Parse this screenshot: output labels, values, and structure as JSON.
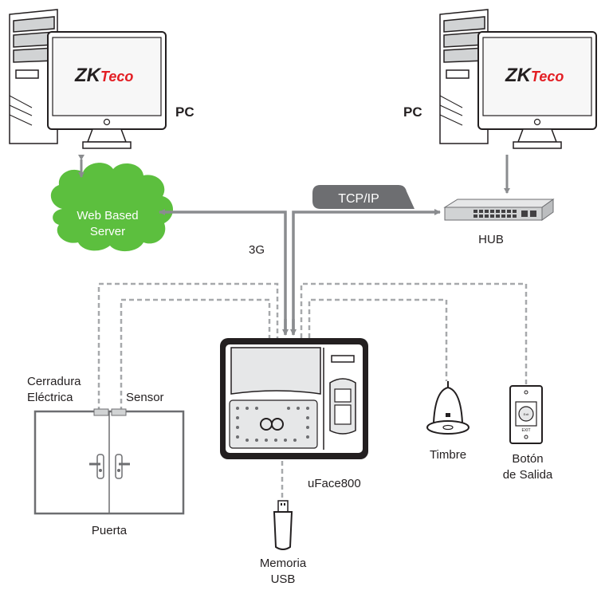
{
  "labels": {
    "pc_left": "PC",
    "pc_right": "PC",
    "cloud": [
      "Web Based",
      "Server"
    ],
    "tcpip": "TCP/IP",
    "hub": "HUB",
    "g3": "3G",
    "lock": [
      "Cerradura",
      "Eléctrica"
    ],
    "sensor": "Sensor",
    "door": "Puerta",
    "device": "uFace800",
    "bell": "Timbre",
    "exit_button": [
      "Botón",
      "de Salida"
    ],
    "usb": [
      "Memoria",
      "USB"
    ]
  },
  "logos": {
    "left": "ZKTeco",
    "right": "ZKTeco"
  },
  "exit_plate_text": [
    "Exit",
    "EXIT"
  ],
  "colors": {
    "cloud": "#5cbf3e",
    "tcpip_pill": "#6d6e71",
    "connection_line": "#8a8c8f",
    "dashed_wire": "#a7a9ac",
    "text": "#231f20",
    "logo_red": "#e31e24"
  }
}
